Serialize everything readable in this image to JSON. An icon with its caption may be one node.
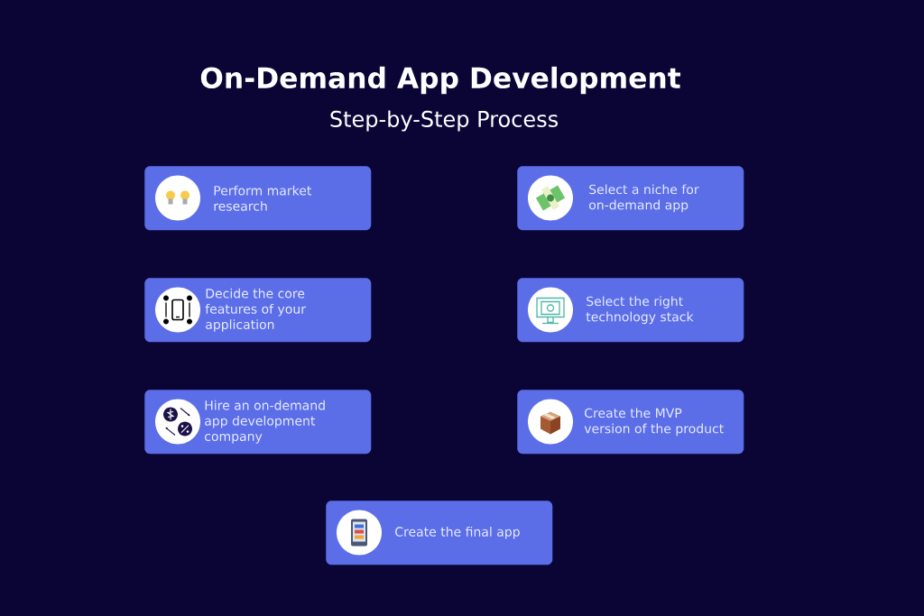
{
  "diagram": {
    "title": "On-Demand App Development",
    "nodes": [
      {
        "text": [
          "Perform market research"
        ]
      },
      {
        "text": [
          "Select a niche for on-demand app"
        ]
      },
      {
        "text": [
          "Decide the core features of your application"
        ]
      },
      {
        "text": [
          "Select the right technology stack"
        ]
      },
      {
        "text": [
          "Hire an on-demand app development company"
        ]
      },
      {
        "text": [
          "Create the MVP version of the product"
        ]
      },
      {
        "text": [
          "Create the final app"
        ]
      }
    ],
    "labels": [
      "Step-by-Step Process"
    ]
  }
}
